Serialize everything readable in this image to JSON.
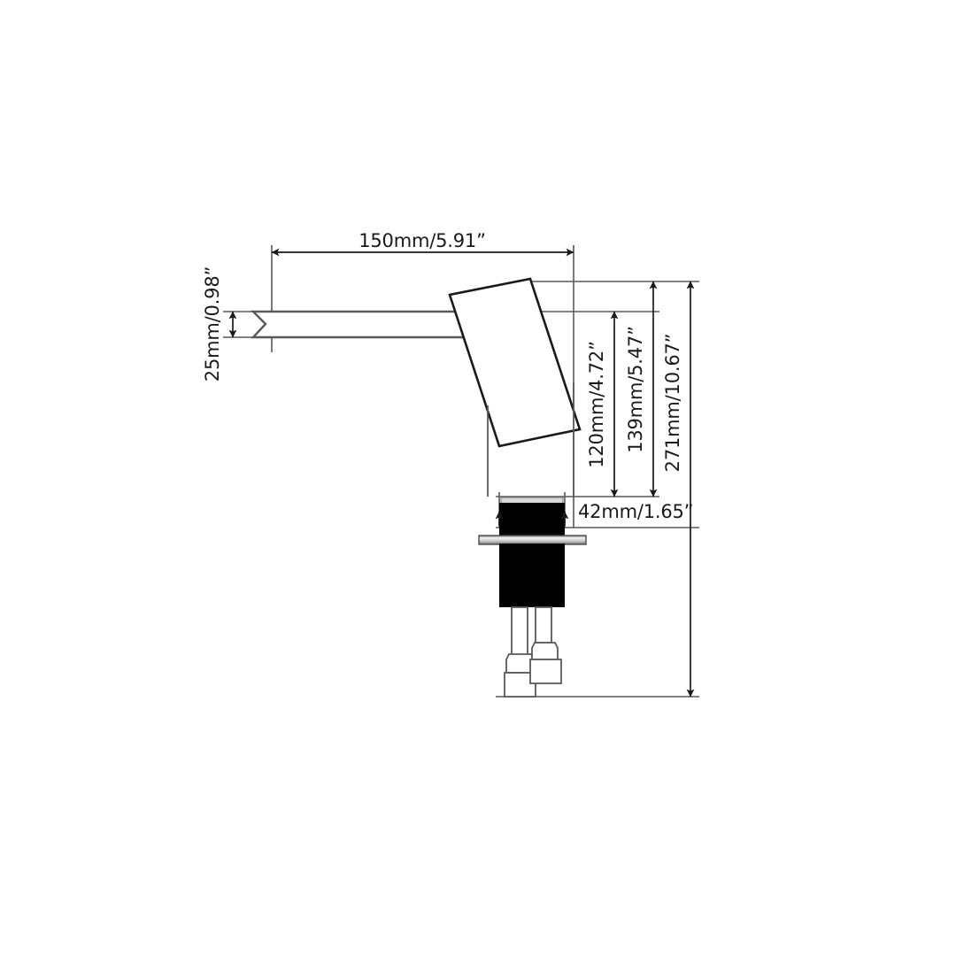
{
  "drawing": {
    "title": "Faucet Technical Dimension Drawing",
    "background_color": "#ffffff",
    "line_color": "#595959",
    "outline_color": "#1a1a1a",
    "body_fill": "#000000",
    "text_color": "#1a1a1a",
    "dimensions": {
      "spout_reach": "150mm/5.91”",
      "spout_thickness": "25mm/0.98”",
      "handle_height": "120mm/4.72”",
      "spout_height": "139mm/5.47”",
      "total_height": "271mm/10.67”",
      "base_width": "42mm/1.65”"
    }
  },
  "chart_data": {
    "type": "diagram",
    "subject": "wall/deck mounted single-lever basin faucet, side elevation",
    "units": "mm and inches",
    "measurements": [
      {
        "name": "spout_reach",
        "label": "150mm/5.91”",
        "mm": 150,
        "inch": 5.91,
        "orientation": "horizontal",
        "position": "top"
      },
      {
        "name": "spout_thickness",
        "label": "25mm/0.98”",
        "mm": 25,
        "inch": 0.98,
        "orientation": "vertical",
        "position": "left"
      },
      {
        "name": "handle_height",
        "label": "120mm/4.72”",
        "mm": 120,
        "inch": 4.72,
        "orientation": "vertical",
        "position": "right-inner"
      },
      {
        "name": "spout_height",
        "label": "139mm/5.47”",
        "mm": 139,
        "inch": 5.47,
        "orientation": "vertical",
        "position": "right-middle"
      },
      {
        "name": "total_height",
        "label": "271mm/10.67”",
        "mm": 271,
        "inch": 10.67,
        "orientation": "vertical",
        "position": "right-outer"
      },
      {
        "name": "base_width",
        "label": "42mm/1.65”",
        "mm": 42,
        "inch": 1.65,
        "orientation": "horizontal",
        "position": "bottom-center"
      }
    ]
  }
}
